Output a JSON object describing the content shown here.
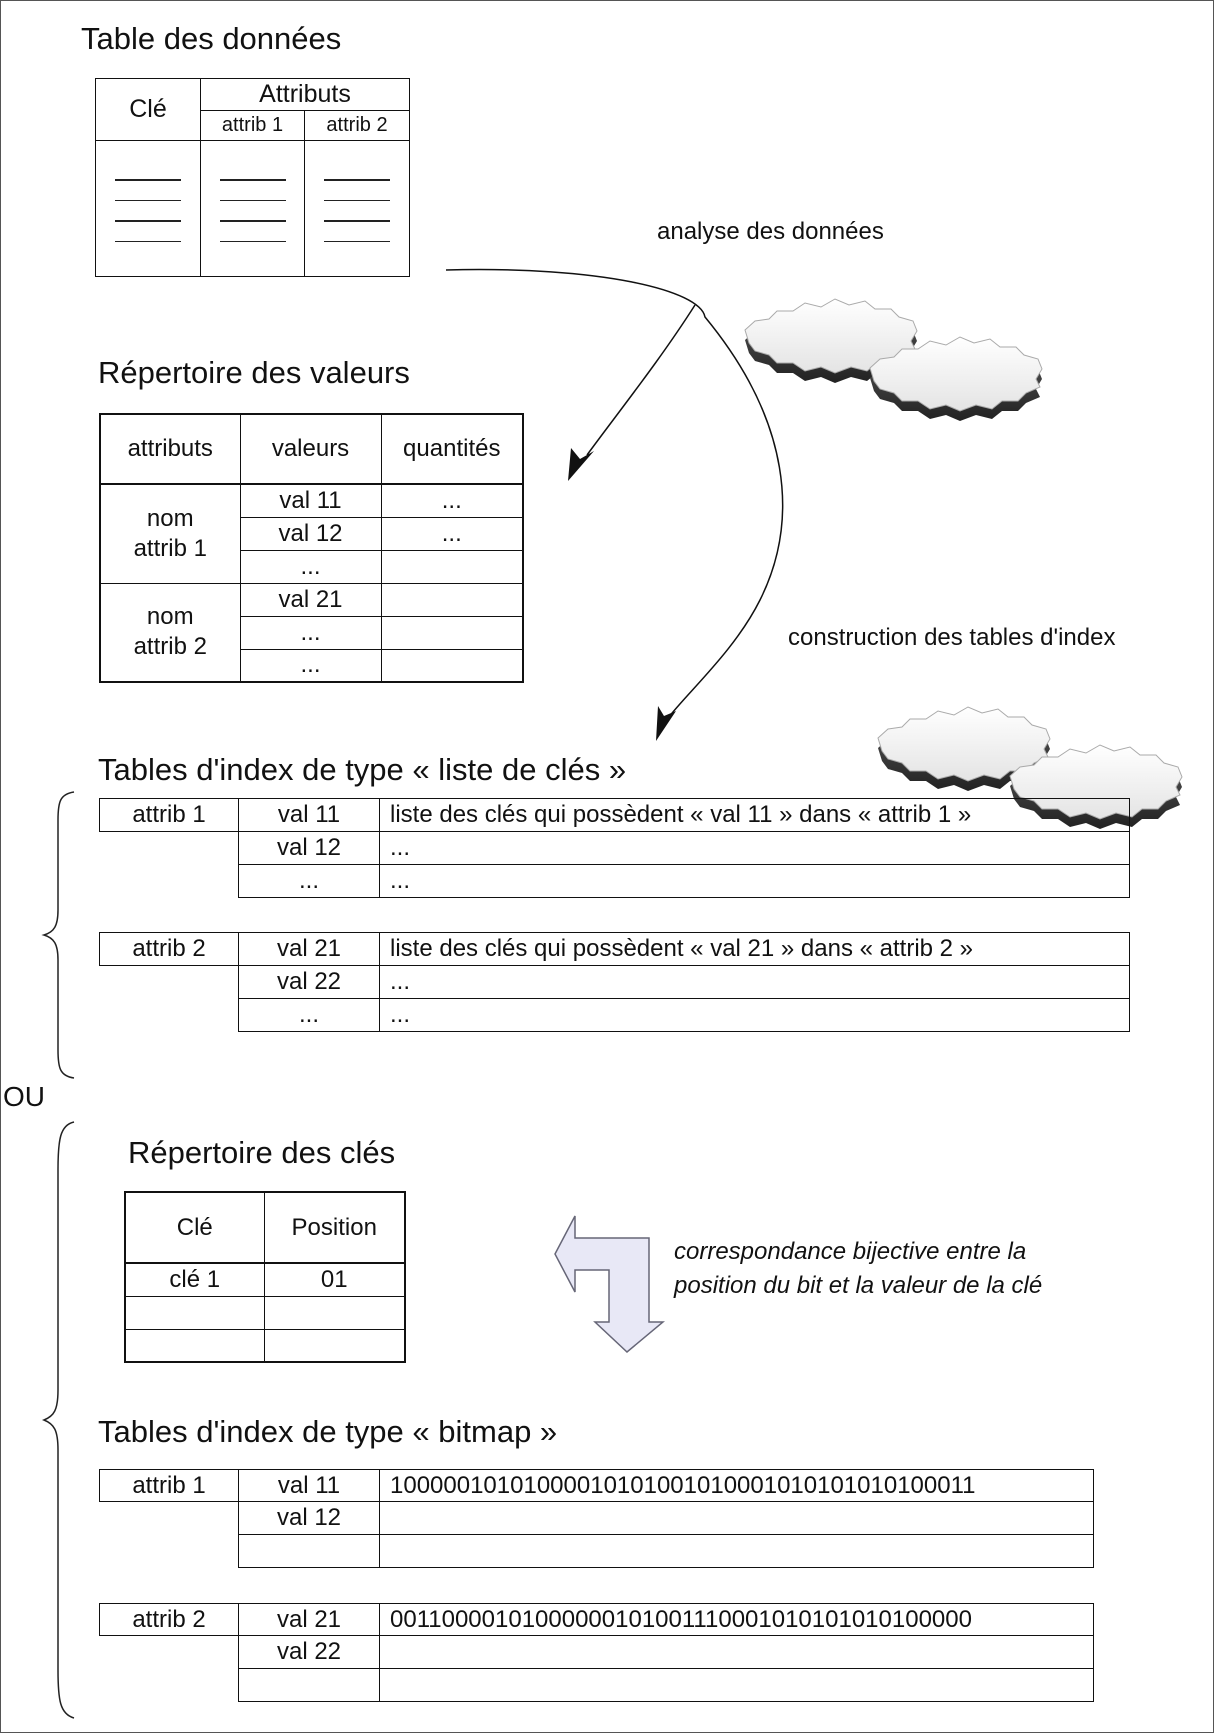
{
  "labels": {
    "table_donnees": "Table des données",
    "repertoire_valeurs": "Répertoire des valeurs",
    "index_liste": "Tables d'index de type « liste de clés »",
    "ou": "OU",
    "repertoire_cles": "Répertoire des clés",
    "index_bitmap": "Tables d'index de type « bitmap »",
    "analyse": "analyse des données",
    "construction": "construction des tables d'index",
    "bijective_line1": "correspondance bijective entre la",
    "bijective_line2": "position du bit et la valeur de la clé"
  },
  "data_table": {
    "key_header": "Clé",
    "attributes_header": "Attributs",
    "sub_headers": [
      "attrib 1",
      "attrib 2"
    ]
  },
  "values_directory": {
    "headers": [
      "attributs",
      "valeurs",
      "quantités"
    ],
    "groups": [
      {
        "name_line1": "nom",
        "name_line2": "attrib 1",
        "rows": [
          {
            "valeur": "val 11",
            "quantite": "..."
          },
          {
            "valeur": "val 12",
            "quantite": "..."
          },
          {
            "valeur": "...",
            "quantite": ""
          }
        ]
      },
      {
        "name_line1": "nom",
        "name_line2": "attrib 2",
        "rows": [
          {
            "valeur": "val 21",
            "quantite": ""
          },
          {
            "valeur": "...",
            "quantite": ""
          },
          {
            "valeur": "...",
            "quantite": ""
          }
        ]
      }
    ]
  },
  "key_list_index": [
    {
      "attribute": "attrib 1",
      "rows": [
        {
          "value": "val 11",
          "content": "liste des clés qui possèdent « val 11 » dans « attrib 1 »"
        },
        {
          "value": "val 12",
          "content": "..."
        },
        {
          "value": "...",
          "content": "..."
        }
      ]
    },
    {
      "attribute": "attrib 2",
      "rows": [
        {
          "value": "val 21",
          "content": "liste des clés qui possèdent « val 21 » dans « attrib 2 »"
        },
        {
          "value": "val 22",
          "content": "..."
        },
        {
          "value": "...",
          "content": "..."
        }
      ]
    }
  ],
  "keys_directory": {
    "headers": [
      "Clé",
      "Position"
    ],
    "rows": [
      [
        "clé 1",
        "01"
      ],
      [
        "",
        ""
      ],
      [
        "",
        ""
      ]
    ]
  },
  "bitmap_index": [
    {
      "attribute": "attrib 1",
      "rows": [
        {
          "value": "val 11",
          "bits": "10000010101000010101001010001010101010100011"
        },
        {
          "value": "val 12",
          "bits": ""
        },
        {
          "value": "",
          "bits": ""
        }
      ]
    },
    {
      "attribute": "attrib 2",
      "rows": [
        {
          "value": "val 21",
          "bits": "00110000101000000101001110001010101010100000"
        },
        {
          "value": "val 22",
          "bits": ""
        },
        {
          "value": "",
          "bits": ""
        }
      ]
    }
  ],
  "icons": [
    "gears-icon",
    "gears-icon",
    "bent-arrow-icon",
    "curly-brace-icon"
  ],
  "colors": {
    "line": "#111111",
    "arrow_fill": "#e8e8f6",
    "arrow_stroke": "#666677"
  }
}
